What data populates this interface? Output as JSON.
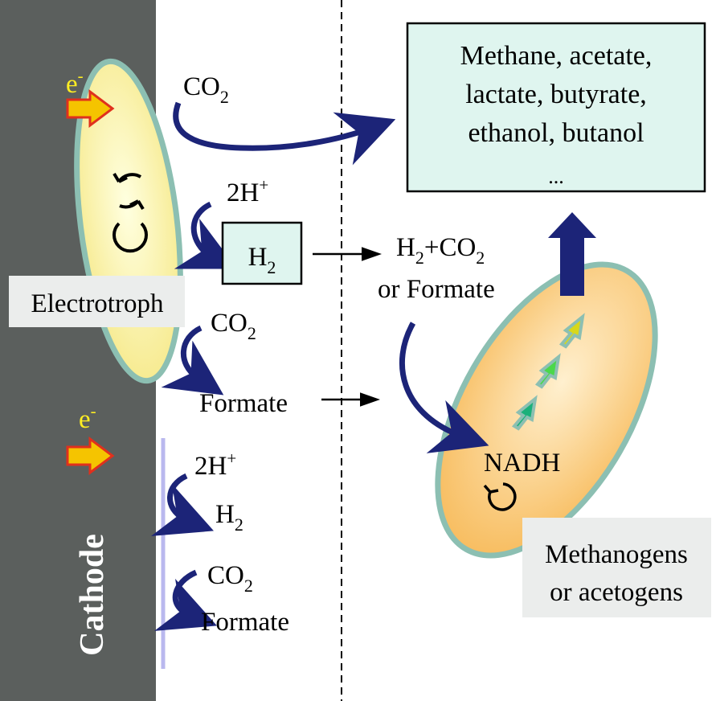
{
  "diagram": {
    "cathode_label": "Cathode",
    "electron_label": "e",
    "electron_superscript": "-",
    "electrotroph_label": "Electrotroph",
    "products_box": {
      "lines": [
        "Methane, acetate,",
        "lactate, butyrate,",
        "ethanol, butanol",
        "..."
      ]
    },
    "co2": {
      "base": "CO",
      "sub": "2"
    },
    "h2": {
      "base": "H",
      "sub": "2"
    },
    "two_h_plus": {
      "base": "2H",
      "sup": "+"
    },
    "formate": "Formate",
    "uptake": {
      "line1_left": "H",
      "line1_sub": "2",
      "line1_mid": "+CO",
      "line1_sub2": "2",
      "line2": "or Formate"
    },
    "nadh_label": "NADH",
    "methanogens_label": {
      "line1": "Methanogens",
      "line2": "or acetogens"
    },
    "colors": {
      "cathode": "#5b5f5d",
      "electrotroph_fill": "#fbf3a1",
      "cell_border": "#8cbfb2",
      "methanogen_fill": "#f8c872",
      "products_box_fill": "#dff5ef",
      "arrow_navy": "#1c2478",
      "electron_arrow": "#f5c400",
      "electron_arrow_border": "#e0301d",
      "electron_text": "#ffee22",
      "label_box_fill": "#ebedec",
      "boundary_line": "#b9b8ee"
    }
  }
}
